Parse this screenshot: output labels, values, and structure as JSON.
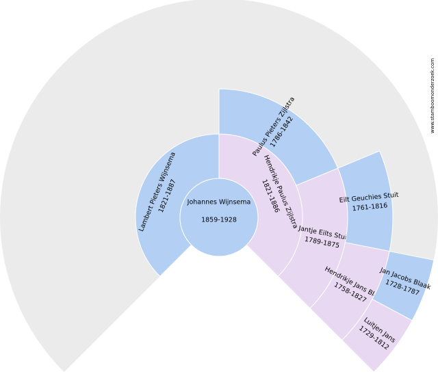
{
  "colors": {
    "male": "#b3cff3",
    "female": "#e8d8f2",
    "empty": "#ebebeb",
    "stroke": "#ffffff"
  },
  "watermark": "www.stamboomonderzoek.com",
  "center": {
    "name": "Johannes Wijnsema",
    "dates": "1859-1928",
    "sex": "male"
  },
  "generations": [
    [
      {
        "name": "Lambert Pieters Wijnsema",
        "dates": "1821-1887",
        "sex": "male"
      },
      {
        "name": "Hendrikje Paulus Zijlstra",
        "dates": "1821-1886",
        "sex": "female"
      }
    ],
    [
      null,
      null,
      {
        "name": "Paulus Pieters Zijlstra",
        "dates": "1786-1842",
        "sex": "male"
      },
      {
        "name": "Jantje Eilts Stuit",
        "dates": "1789-1875",
        "sex": "female"
      }
    ],
    [
      null,
      null,
      null,
      null,
      null,
      null,
      {
        "name": "Eilt Geuchies Stuit",
        "dates": "1761-1816",
        "sex": "male"
      },
      {
        "name": "Hendrikje Jans Blaak",
        "dates": "1758-1827",
        "sex": "female"
      }
    ],
    [
      null,
      null,
      null,
      null,
      null,
      null,
      null,
      null,
      null,
      null,
      null,
      null,
      null,
      null,
      {
        "name": "Jan Jacobs Blaak",
        "dates": "1728-1787",
        "sex": "male"
      },
      {
        "name": "Luitjen Jans",
        "dates": "1729-1812",
        "sex": "female"
      }
    ]
  ]
}
